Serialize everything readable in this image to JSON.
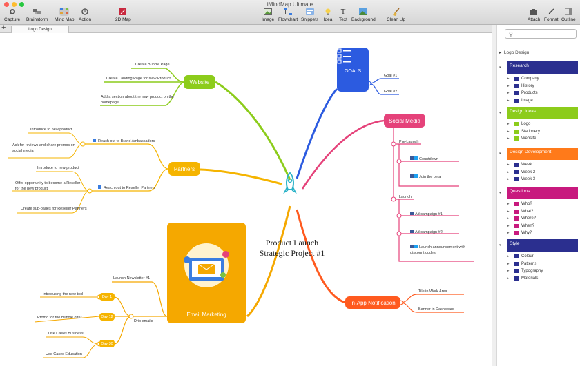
{
  "window": {
    "title": "iMindMap Ultimate"
  },
  "toolbar": {
    "capture": "Capture",
    "brainstorm": "Brainstorm",
    "mindmap": "Mind Map",
    "action": "Action",
    "map2d": "2D Map",
    "image": "Image",
    "flowchart": "Flowchart",
    "snippets": "Snippets",
    "idea": "Idea",
    "text": "Text",
    "background": "Background",
    "cleanup": "Clean Up",
    "attach": "Attach",
    "format": "Format",
    "outline": "Outline"
  },
  "tabs": {
    "add": "+",
    "document": "Logo Design"
  },
  "search": {
    "placeholder": ""
  },
  "colors": {
    "website": "#8ccc1b",
    "partners": "#f5b400",
    "email": "#f5a800",
    "goals": "#2c5be0",
    "social": "#e5427a",
    "inapp": "#ff5a1f"
  },
  "map": {
    "central": {
      "line1": "Product Launch",
      "line2": "Strategic Project #1"
    },
    "website": {
      "label": "Website",
      "children": [
        "Create Bundle Page",
        "Create Landing Page for New Product",
        "Add a section about the new product on the homepage"
      ]
    },
    "goals": {
      "label": "GOALS",
      "children": [
        "Goal #1",
        "Goal #2"
      ]
    },
    "social": {
      "label": "Social Media",
      "prelaunch": "Pre-Launch",
      "pre_items": [
        "Countdown",
        "Join the beta"
      ],
      "launch": "Launch",
      "launch_items": [
        "Ad campaign #1",
        "Ad campaign #2",
        "Launch announcement with discount codes"
      ]
    },
    "partners": {
      "label": "Partners",
      "brand": "Reach out to Brand Ambassadors",
      "brand_items": [
        "Introduce to new product",
        "Ask for reviews and share promos on social media"
      ],
      "reseller": "Reach out to Reseller Partners",
      "reseller_items": [
        "Introduce to new product",
        "Offer opportunity to become a Reseller for the new product",
        "Create sub-pages for Reseller Partners"
      ]
    },
    "email": {
      "label": "Email Marketing",
      "newsletter": "Launch Newsletter #1",
      "drip": "Drip emails",
      "days": [
        "Day 1",
        "Day 12",
        "Day 30"
      ],
      "day_items": [
        "Introducing the new tool",
        "Promo for the Bundle offer",
        "Use Cases Business",
        "Use Cases Education"
      ]
    },
    "inapp": {
      "label": "In-App Notification",
      "children": [
        "Tile in Work Area",
        "Banner in Dashboard"
      ]
    }
  },
  "outline": {
    "root": "Logo Design",
    "sections": [
      {
        "title": "Research",
        "color": "#2b2f8f",
        "items": [
          "Company",
          "History",
          "Products",
          "Image"
        ],
        "sw": "#2b2f8f"
      },
      {
        "title": "Design Ideas",
        "color": "#8ccc1b",
        "items": [
          "Logo",
          "Stationery",
          "Website"
        ],
        "sw": "#8ccc1b"
      },
      {
        "title": "Design Development",
        "color": "#ff7a1a",
        "items": [
          "Week 1",
          "Week 2",
          "Week 3"
        ],
        "sw": "#2b2f8f"
      },
      {
        "title": "Questions",
        "color": "#c8197e",
        "items": [
          "Who?",
          "What?",
          "Where?",
          "When?",
          "Why?"
        ],
        "sw": "#c8197e"
      },
      {
        "title": "Style",
        "color": "#2b2f8f",
        "items": [
          "Colour",
          "Patterns",
          "Typography",
          "Materials"
        ],
        "sw": "#2b2f8f"
      }
    ]
  }
}
